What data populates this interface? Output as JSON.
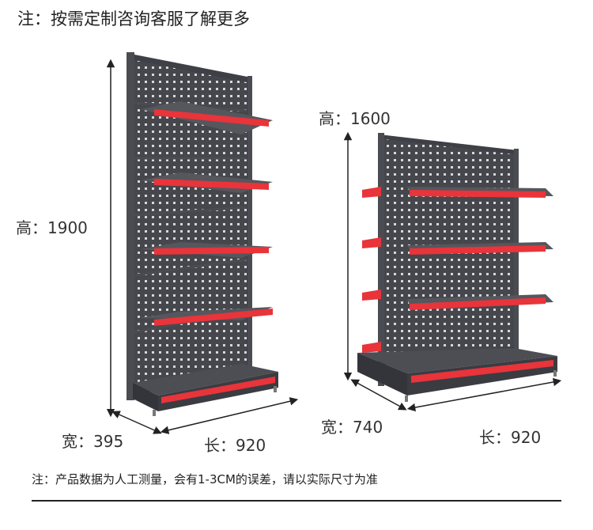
{
  "header": {
    "note": "注：按需定制咨询客服了解更多"
  },
  "left_shelf": {
    "height_label": "高：1900",
    "width_label": "宽：395",
    "length_label": "长：920"
  },
  "right_shelf": {
    "height_label": "高：1600",
    "width_label": "宽：740",
    "length_label": "长：920"
  },
  "footer": {
    "note": "注：产品数据为人工测量，会有1-3CM的误差，请以实际尺寸为准"
  },
  "colors": {
    "frame": "#4a4c52",
    "panel": "#3e4046",
    "shelf_red": "#e8343a",
    "shelf_top": "#5a5c62",
    "arrow": "#222222"
  }
}
